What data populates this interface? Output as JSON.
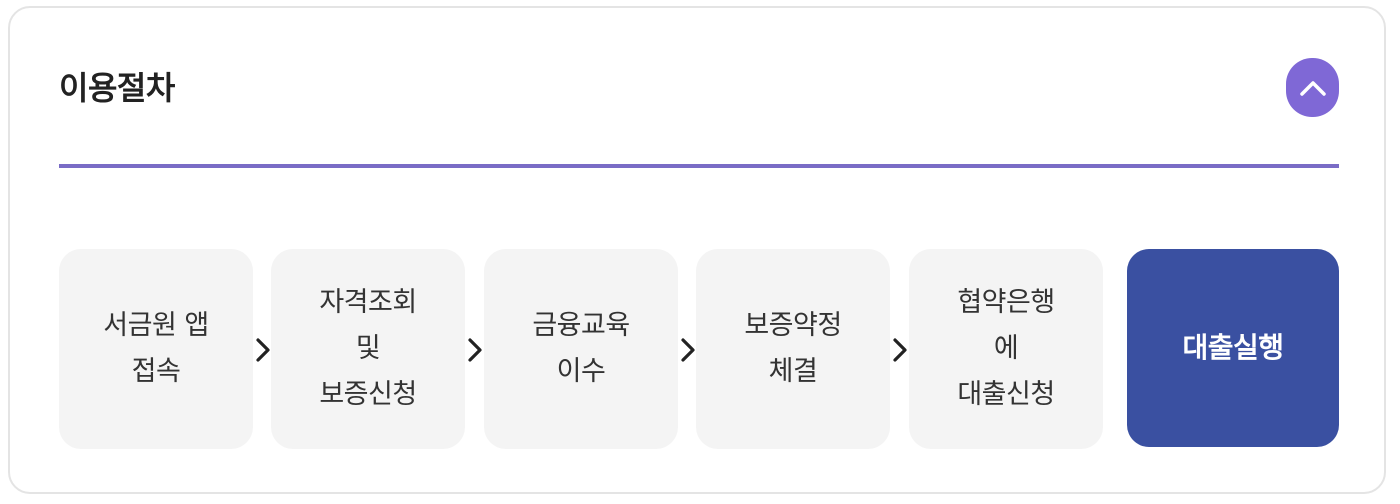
{
  "panel": {
    "title": "이용절차",
    "toggle_icon": "chevron-up-icon",
    "accent_color": "#7f68d6",
    "divider_color": "#7a6cc6"
  },
  "steps": [
    {
      "label": "서금원 앱\n접속"
    },
    {
      "label": "자격조회\n및\n보증신청"
    },
    {
      "label": "금융교육\n이수"
    },
    {
      "label": "보증약정\n체결"
    },
    {
      "label": "협약은행\n에\n대출신청"
    },
    {
      "label": "대출실행",
      "highlight_color": "#3a50a1"
    }
  ],
  "separator_icon": "chevron-right-icon"
}
